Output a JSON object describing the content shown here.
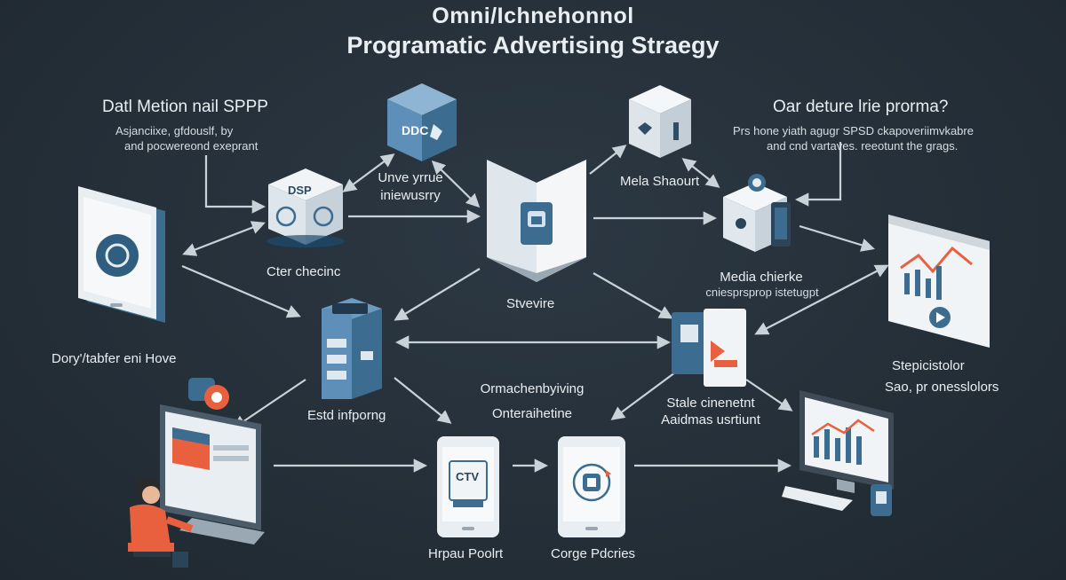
{
  "title": {
    "line1": "Omni/Ichnehonnol",
    "line2": "Programatic Advertising Straegy"
  },
  "left_heading": {
    "title": "Datl Metion nail SPPP",
    "sub1": "Asjanciixe, gfdouslf, by",
    "sub2": "and pocwereond exeprant"
  },
  "right_heading": {
    "title": "Oar deture lrie prorma?",
    "sub1": "Prs hone yiath agugr SPSD ckapoveriimvkabre",
    "sub2": "and cnd vartaves. reeotunt the grags."
  },
  "nodes": {
    "ddc_cube": "DDC",
    "dsp_cube": "DSP",
    "ctv_screen": "CTV"
  },
  "labels": {
    "unve_line1": "Unve yrrue",
    "unve_line2": "iniewusrry",
    "stvevire": "Stvevire",
    "cter": "Cter checinc",
    "mela": "Mela Shaourt",
    "media_line1": "Media chierke",
    "media_line2": "cniesprsprop istetugpt",
    "dory": "Dory'/tabfer eni Hove",
    "stepi_line1": "Stepicistolor",
    "stepi_line2": "Sao, pr onesslolors",
    "estd": "Estd infporng",
    "ormach": "Ormachenbyiving",
    "onter": "Onteraihetine",
    "stale_line1": "Stale cinenetnt",
    "stale_line2": "Aaidmas usrtiunt",
    "hrpau": "Hrpau Poolrt",
    "corge": "Corge Pdcries"
  },
  "colors": {
    "background": "#253039",
    "accent_blue": "#3c6d91",
    "accent_orange": "#e9603f",
    "panel_light": "#e9eef2"
  }
}
